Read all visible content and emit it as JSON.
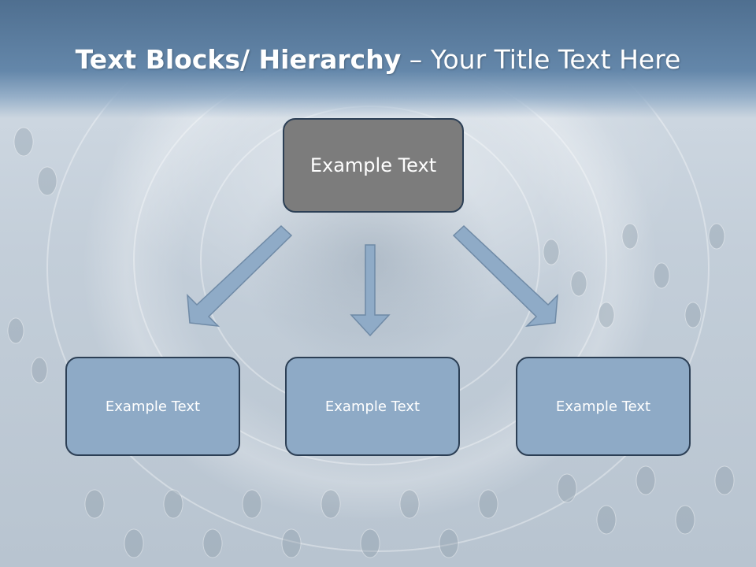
{
  "slide": {
    "title_bold": "Text Blocks/ Hierarchy",
    "title_rest": " – Your Title Text Here"
  },
  "diagram": {
    "top_box": {
      "label": "Example Text"
    },
    "children": [
      {
        "label": "Example Text"
      },
      {
        "label": "Example Text"
      },
      {
        "label": "Example Text"
      }
    ]
  },
  "colors": {
    "title_band": "#5b7ea2",
    "top_box_fill": "#7c7c7c",
    "child_box_fill": "#8eaac6",
    "box_border": "#2c3f55",
    "arrow_fill": "#8fabc7"
  }
}
